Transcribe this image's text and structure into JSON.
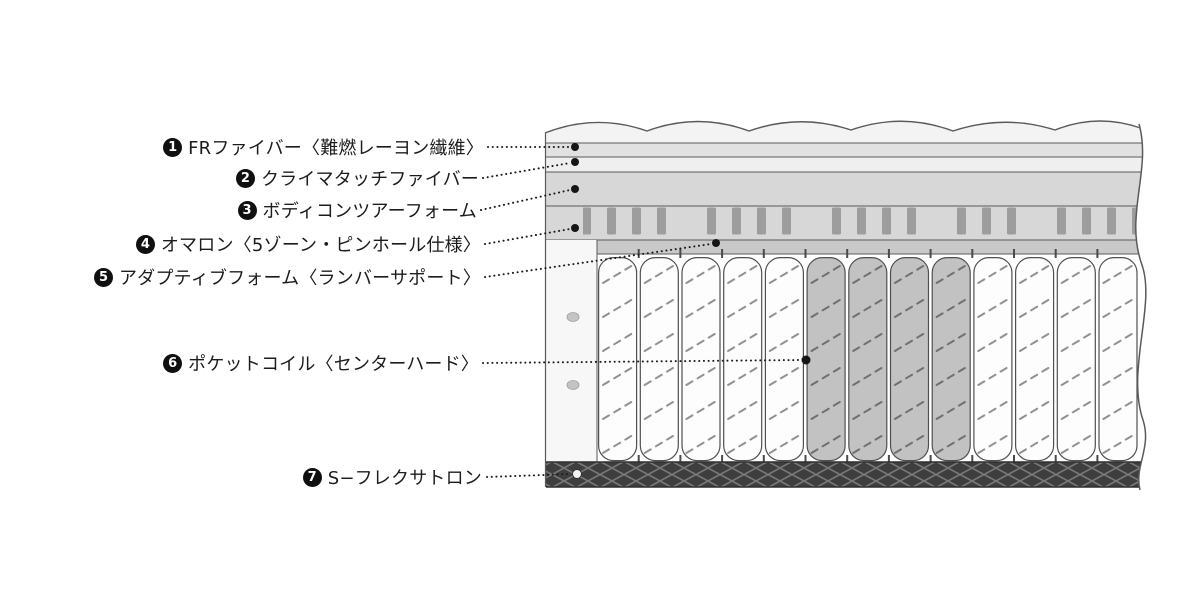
{
  "diagram": {
    "type": "mattress-cross-section",
    "labels": [
      {
        "num": "1",
        "text": "FRファイバー〈難燃レーヨン繊維〉"
      },
      {
        "num": "2",
        "text": "クライマタッチファイバー"
      },
      {
        "num": "3",
        "text": "ボディコンツアーフォーム"
      },
      {
        "num": "4",
        "text": "オマロン〈5ゾーン・ピンホール仕様〉"
      },
      {
        "num": "5",
        "text": "アダプティブフォーム〈ランバーサポート〉"
      },
      {
        "num": "6",
        "text": "ポケットコイル〈センターハード〉"
      },
      {
        "num": "7",
        "text": "S−フレクサトロン"
      }
    ],
    "colors": {
      "outline": "#5a5a5a",
      "quilt_top": "#f3f3f3",
      "fiber_band": "#e1e1e1",
      "light_band": "#efefef",
      "foam_band": "#d7d7d7",
      "pinhole_slot": "#9d9d9d",
      "adaptive_band": "#c9c9c9",
      "coil_light": "#fdfdfd",
      "coil_center_hard": "#c2c2c2",
      "side_rail": "#f7f7f7",
      "base_dark": "#3e3e3e",
      "leader": "#1b1b1b"
    }
  }
}
